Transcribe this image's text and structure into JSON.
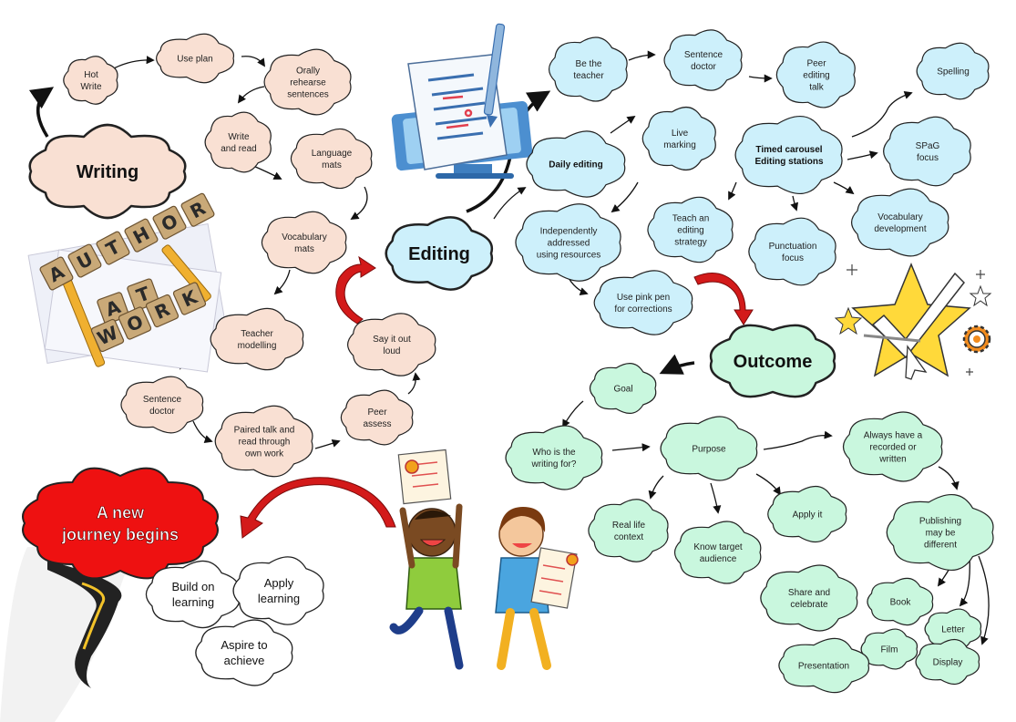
{
  "colors": {
    "writing_fill": "#f9e0d3",
    "editing_fill": "#cdf0fb",
    "outcome_fill": "#c9f7de",
    "journey_fill": "#ee1111",
    "white_fill": "#ffffff",
    "outline": "#222222",
    "arrow": "#111111",
    "red_arrow": "#d31a1a"
  },
  "titles": {
    "writing": "Writing",
    "editing": "Editing",
    "outcome": "Outcome",
    "journey_line1": "A new",
    "journey_line2": "journey begins"
  },
  "writing": {
    "hot_write": [
      "Hot",
      "Write"
    ],
    "use_plan": [
      "Use plan"
    ],
    "orally_rehearse": [
      "Orally",
      "rehearse",
      "sentences"
    ],
    "write_and_read": [
      "Write",
      "and read"
    ],
    "language_mats": [
      "Language",
      "mats"
    ],
    "vocabulary_mats": [
      "Vocabulary",
      "mats"
    ],
    "teacher_modelling": [
      "Teacher",
      "modelling"
    ],
    "sentence_doctor": [
      "Sentence",
      "doctor"
    ],
    "paired_talk": [
      "Paired talk and",
      "read through",
      "own work"
    ],
    "peer_assess": [
      "Peer",
      "assess"
    ],
    "say_it_out_loud": [
      "Say it out",
      "loud"
    ]
  },
  "editing": {
    "be_the_teacher": [
      "Be the",
      "teacher"
    ],
    "sentence_doctor": [
      "Sentence",
      "doctor"
    ],
    "peer_editing_talk": [
      "Peer",
      "editing",
      "talk"
    ],
    "daily_editing": [
      "Daily editing"
    ],
    "live_marking": [
      "Live",
      "marking"
    ],
    "timed_carousel": [
      "Timed carousel",
      "Editing stations"
    ],
    "spelling": [
      "Spelling"
    ],
    "spag_focus": [
      "SPaG",
      "focus"
    ],
    "independently_addressed": [
      "Independently",
      "addressed",
      "using resources"
    ],
    "teach_editing_strategy": [
      "Teach an",
      "editing",
      "strategy"
    ],
    "punctuation_focus": [
      "Punctuation",
      "focus"
    ],
    "vocabulary_development": [
      "Vocabulary",
      "development"
    ],
    "use_pink_pen": [
      "Use pink pen",
      "for corrections"
    ]
  },
  "outcome": {
    "goal": [
      "Goal"
    ],
    "who_is_writing_for": [
      "Who is the",
      "writing for?"
    ],
    "purpose": [
      "Purpose"
    ],
    "always_recorded": [
      "Always have a",
      "recorded or",
      "written"
    ],
    "real_life_context": [
      "Real life",
      "context"
    ],
    "know_target_audience": [
      "Know target",
      "audience"
    ],
    "apply_it": [
      "Apply it"
    ],
    "publishing_different": [
      "Publishing",
      "may be",
      "different"
    ],
    "share_and_celebrate": [
      "Share and",
      "celebrate"
    ],
    "book": [
      "Book"
    ],
    "letter": [
      "Letter"
    ],
    "film": [
      "Film"
    ],
    "display": [
      "Display"
    ],
    "presentation": [
      "Presentation"
    ]
  },
  "journey": {
    "build_on_learning": [
      "Build on",
      "learning"
    ],
    "apply_learning": [
      "Apply",
      "learning"
    ],
    "aspire_to_achieve": [
      "Aspire to",
      "achieve"
    ]
  },
  "illustration_text": {
    "tiles": [
      "A",
      "U",
      "T",
      "H",
      "O",
      "R",
      "A",
      "T",
      "W",
      "O",
      "R",
      "K"
    ]
  },
  "icons": {
    "document": "document-with-pen-icon",
    "star": "star-checkmark-icon",
    "gear": "gear-icon",
    "author_tiles": "author-at-work-tiles-icon",
    "children": "cheering-children-icon",
    "tornado": "tornado-icon"
  }
}
